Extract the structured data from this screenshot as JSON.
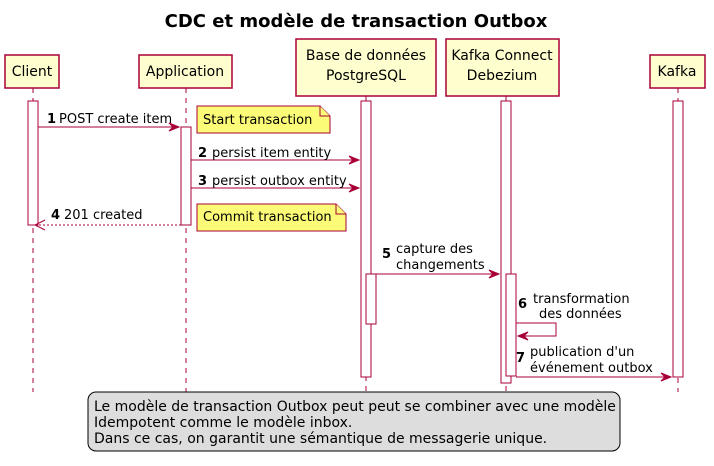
{
  "title": "CDC et modèle de transaction Outbox",
  "participants": {
    "client": "Client",
    "application": "Application",
    "db_line1": "Base de données",
    "db_line2": "PostgreSQL",
    "kc_line1": "Kafka Connect",
    "kc_line2": "Debezium",
    "kafka": "Kafka"
  },
  "messages": [
    {
      "num": "1",
      "text": "POST create item"
    },
    {
      "num": "2",
      "text": "persist item entity"
    },
    {
      "num": "3",
      "text": "persist outbox entity"
    },
    {
      "num": "4",
      "text": "201 created"
    },
    {
      "num": "5",
      "line1": "capture des",
      "line2": "changements"
    },
    {
      "num": "6",
      "line1": "transformation",
      "line2": "des données"
    },
    {
      "num": "7",
      "line1": "publication d'un",
      "line2": "événement outbox"
    }
  ],
  "notes": {
    "start": "Start transaction",
    "commit": "Commit transaction"
  },
  "legend": {
    "line1": "Le modèle de transaction Outbox peut peut se combiner avec une modèle",
    "line2": "Idempotent comme le modèle inbox.",
    "line3": "Dans ce cas, on garantit une sémantique de messagerie unique."
  },
  "colors": {
    "participant_fill": "#FEFECE",
    "border": "#A80036",
    "note_fill": "#FBFB77",
    "legend_fill": "#DDDDDD"
  }
}
